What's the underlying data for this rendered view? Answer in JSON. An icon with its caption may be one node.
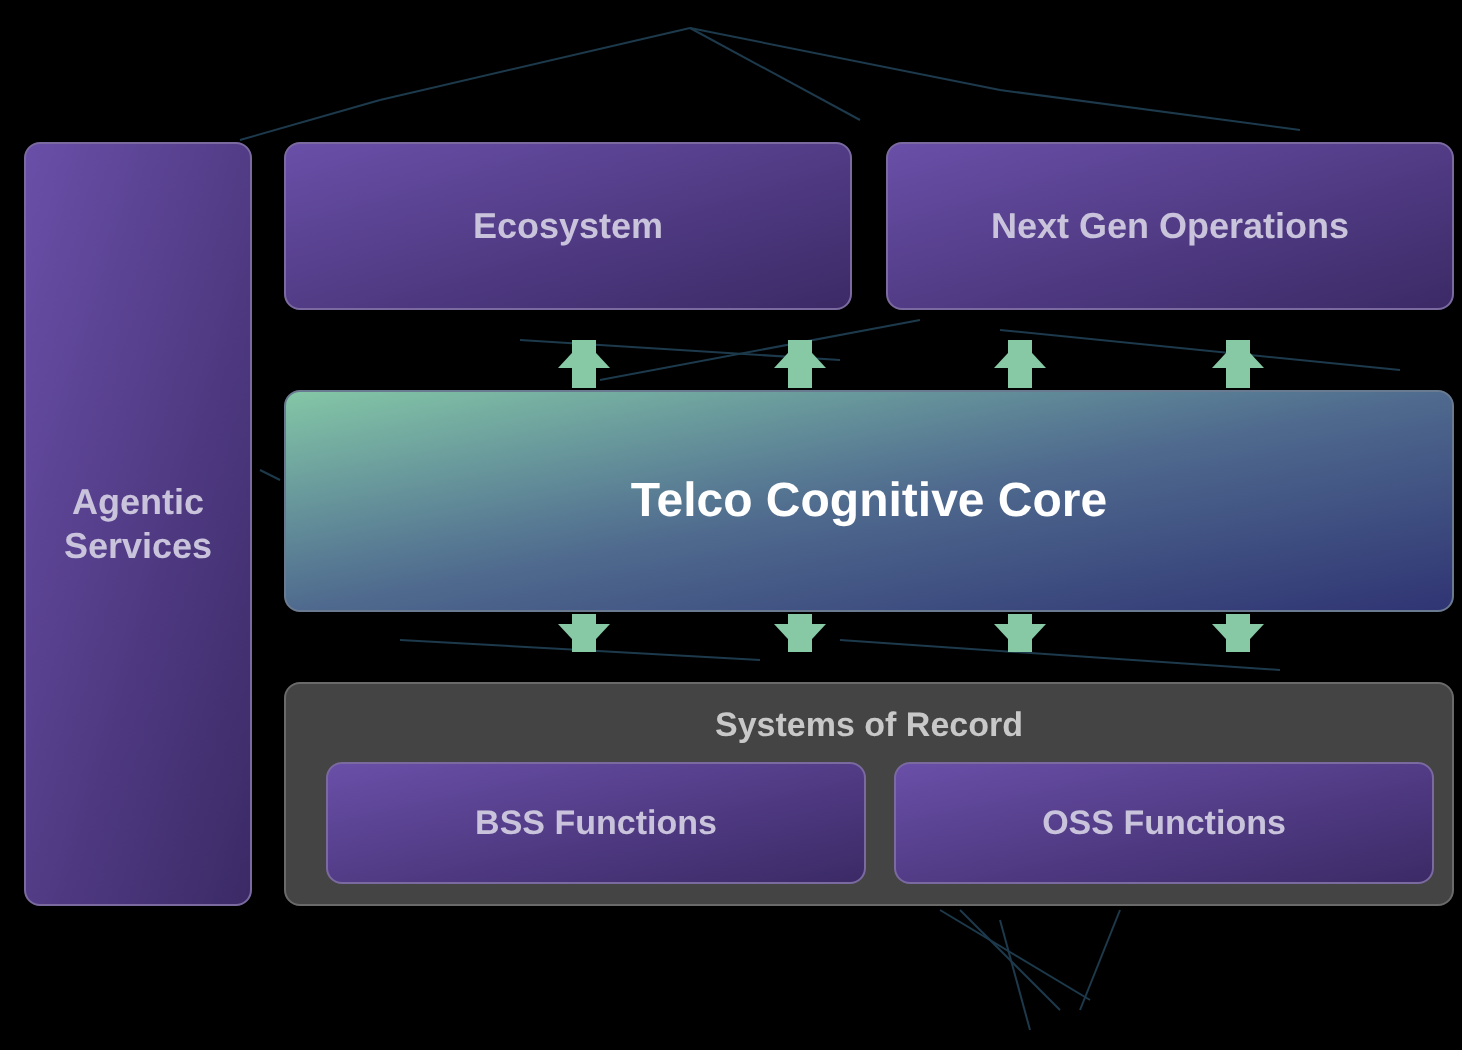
{
  "diagram": {
    "nodes": [
      {
        "text": [
          "Agentic Services"
        ]
      },
      {
        "text": [
          "Ecosystem"
        ]
      },
      {
        "text": [
          "Next Gen Operations"
        ]
      },
      {
        "text": [
          "Telco Cognitive Core"
        ]
      },
      {
        "text": [
          "Systems of Record"
        ]
      },
      {
        "text": [
          "BSS Functions"
        ],
        "in": 4
      },
      {
        "text": [
          "OSS Functions"
        ],
        "in": 4
      }
    ],
    "edges": [
      {
        "from": 3,
        "to": 1,
        "arrow": "to"
      },
      {
        "from": 3,
        "to": 1,
        "arrow": "to"
      },
      {
        "from": 3,
        "to": 2,
        "arrow": "to"
      },
      {
        "from": 3,
        "to": 2,
        "arrow": "to"
      },
      {
        "from": 3,
        "to": 4,
        "arrow": "to"
      },
      {
        "from": 3,
        "to": 4,
        "arrow": "to"
      },
      {
        "from": 3,
        "to": 4,
        "arrow": "to"
      },
      {
        "from": 3,
        "to": 4,
        "arrow": "to"
      }
    ]
  }
}
